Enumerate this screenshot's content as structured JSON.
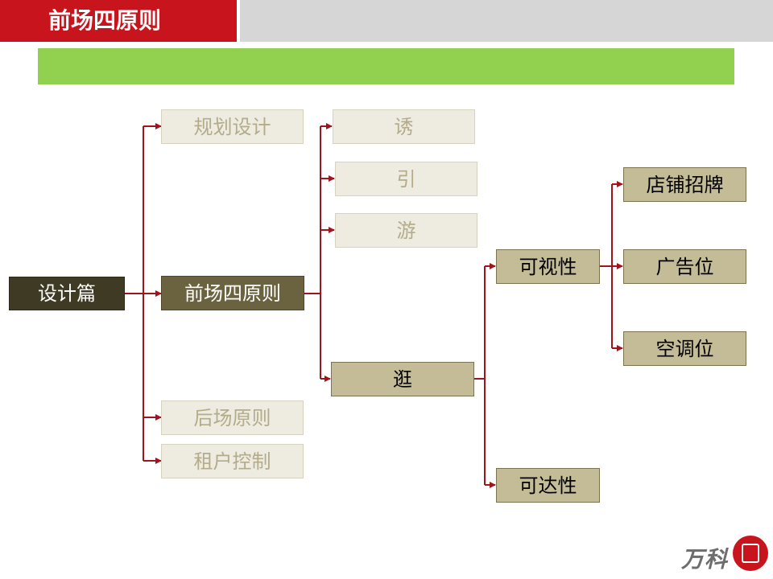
{
  "header": {
    "title": "前场四原则"
  },
  "colors": {
    "title_red": "#c8141c",
    "header_gray": "#d6d6d6",
    "banner_green": "#92d050",
    "connector_red": "#a0141e"
  },
  "diagram": {
    "root": "设计篇",
    "level1": [
      "规划设计",
      "前场四原则",
      "后场原则",
      "租户控制"
    ],
    "level2": [
      "诱",
      "引",
      "游",
      "逛"
    ],
    "level3": [
      "可视性",
      "可达性"
    ],
    "level4": [
      "店铺招牌",
      "广告位",
      "空调位"
    ]
  },
  "logo": {
    "text": "万科"
  }
}
